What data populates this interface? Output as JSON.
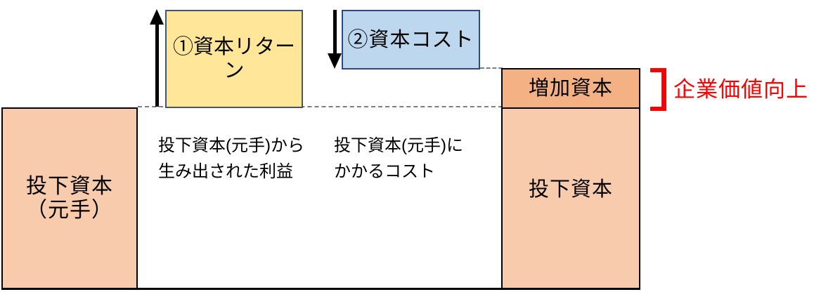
{
  "diagram": {
    "left_box": {
      "line1": "投下資本",
      "line2": "（元手）"
    },
    "return_box": {
      "label": "①資本リターン"
    },
    "cost_box": {
      "label": "②資本コスト"
    },
    "return_note": {
      "line1": "投下資本(元手)から",
      "line2": "生み出された利益"
    },
    "cost_note": {
      "line1": "投下資本(元手)に",
      "line2": "かかるコスト"
    },
    "increase_box": {
      "label": "増加資本"
    },
    "right_box": {
      "label": "投下資本"
    },
    "value_label": {
      "text": "企業価値向上"
    },
    "icons": {
      "up_arrow": "↑",
      "down_arrow": "↓",
      "bracket": "]"
    },
    "colors": {
      "peach_fill": "#F8CBAD",
      "orange_fill": "#F4B183",
      "yellow_fill": "#FFE699",
      "yellow_border": "#44546A",
      "blue_fill": "#BDD7EE",
      "blue_border": "#2E4A7D",
      "line_black": "#000000",
      "dotted_gray": "#7F7F7F",
      "accent_red": "#FF0000"
    }
  }
}
